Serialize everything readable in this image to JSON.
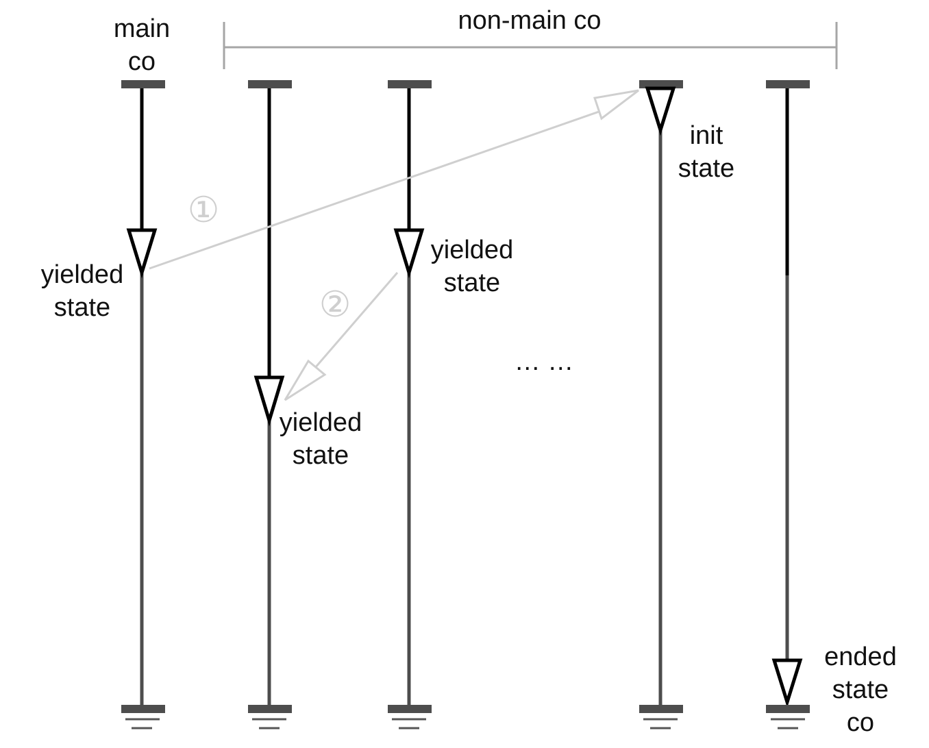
{
  "header": {
    "main_label": [
      "main",
      "co"
    ],
    "group_label": "non-main  co"
  },
  "states": {
    "main_yielded": [
      "yielded",
      "state"
    ],
    "co2_yielded": [
      "yielded",
      "state"
    ],
    "co3_yielded": [
      "yielded",
      "state"
    ],
    "co4_init": [
      "init",
      "state"
    ],
    "co5_ended": [
      "ended",
      "state",
      "co"
    ]
  },
  "transitions": {
    "first": "①",
    "second": "②"
  },
  "ellipsis": "…  …",
  "colors": {
    "running_line": "#000000",
    "idle_line": "#4d4d4d",
    "transition_arrow": "#cfcfcf",
    "bracket": "#a6a6a6",
    "text": "#111111"
  }
}
